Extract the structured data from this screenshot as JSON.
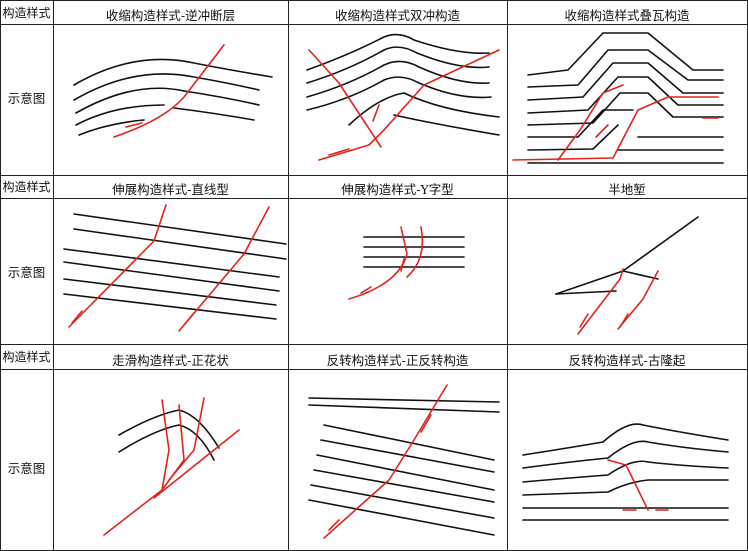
{
  "row_header_label": "构造样式",
  "row_side_label": "示意图",
  "cells": [
    "收缩构造样式-逆冲断层",
    "收缩构造样式双冲构造",
    "收缩构造样式叠瓦构造",
    "伸展构造样式-直线型",
    "伸展构造样式-Y字型",
    "半地堑",
    "走滑构造样式-正花状",
    "反转构造样式-正反转构造",
    "反转构造样式-古隆起"
  ],
  "colors": {
    "strata": "#111111",
    "fault": "#e0231c",
    "grid": "#222222"
  }
}
